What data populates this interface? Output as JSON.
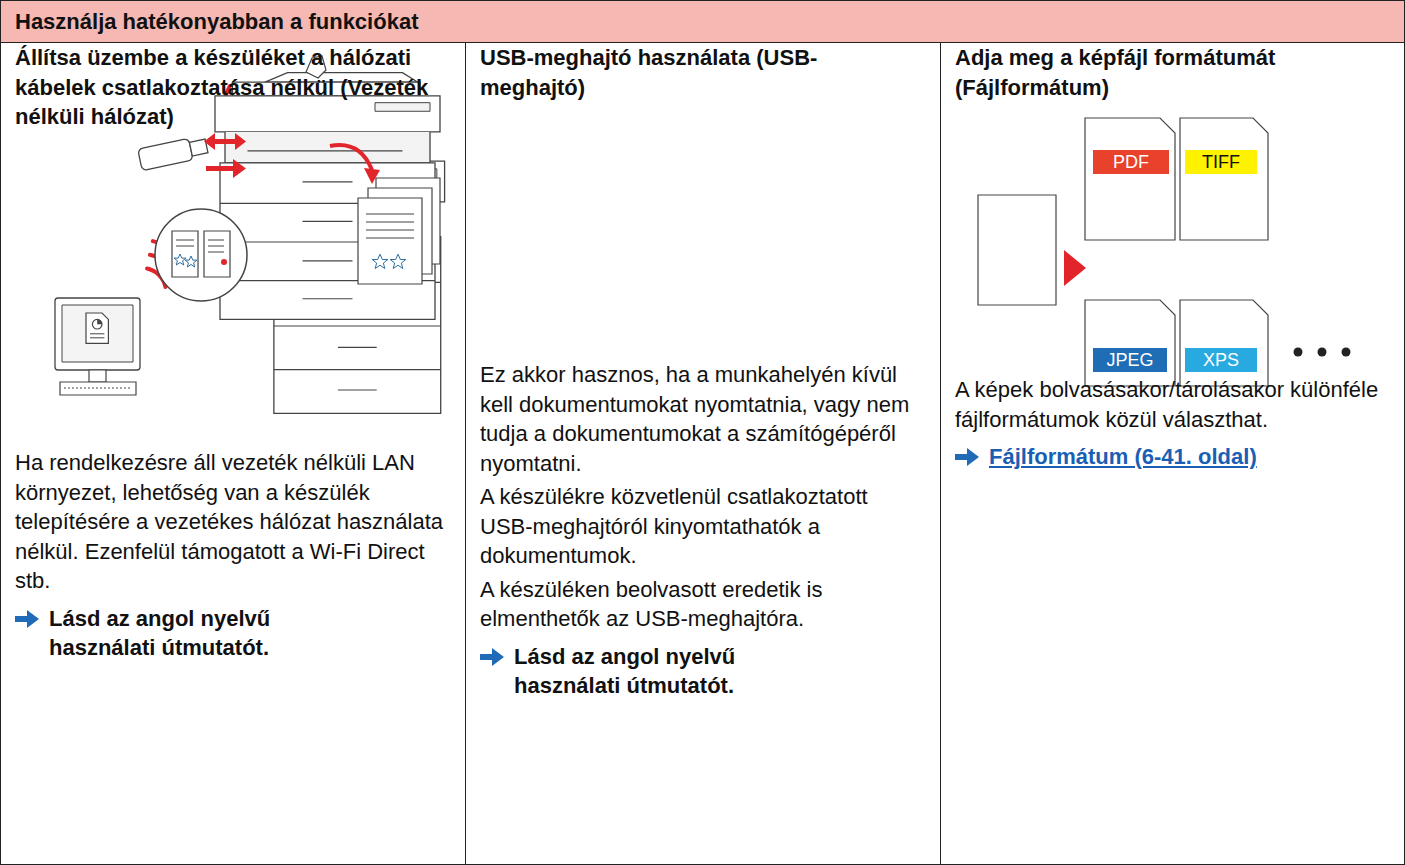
{
  "diagram": {
    "nodes": [
      {
        "text": [
          "Használja hatékonyabban a funkciókat"
        ]
      },
      {
        "text": [
          "Állítsa üzembe a készüléket a hálózati kábelek csatlakoztatása nélkül (Vezeték nélküli hálózat)",
          "Ha rendelkezésre áll vezeték nélküli LAN környezet, lehetőség van a készülék telepítésére a vezetékes hálózat használata nélkül. Ezenfelül támogatott a Wi-Fi Direct stb.",
          "Lásd az angol nyelvű használati útmutatót."
        ]
      },
      {
        "text": [
          "USB-meghajtó használata (USB-meghajtó)",
          "Ez akkor hasznos, ha a munkahelyén kívül kell dokumentumokat nyomtatnia, vagy nem tudja a dokumentumokat a számítógépéről nyomtatni.",
          "A készülékre közvetlenül csatlakoztatott USB-meghajtóról kinyomtathatók a dokumentumok.",
          "A készüléken beolvasott eredetik is elmenthetők az USB-meghajtóra.",
          "Lásd az angol nyelvű használati útmutatót."
        ]
      },
      {
        "text": [
          "Adja meg a képfájl formátumát (Fájlformátum)",
          "A képek bolvasásakor/tárolásakor különféle fájlformátumok közül választhat.",
          "Fájlformátum (6-41. oldal)"
        ]
      },
      {
        "text": [
          "PDF"
        ],
        "in": 3
      },
      {
        "text": [
          "TIFF"
        ],
        "in": 3
      },
      {
        "text": [
          "JPEG"
        ],
        "in": 3
      },
      {
        "text": [
          "XPS"
        ],
        "in": 3
      }
    ]
  }
}
